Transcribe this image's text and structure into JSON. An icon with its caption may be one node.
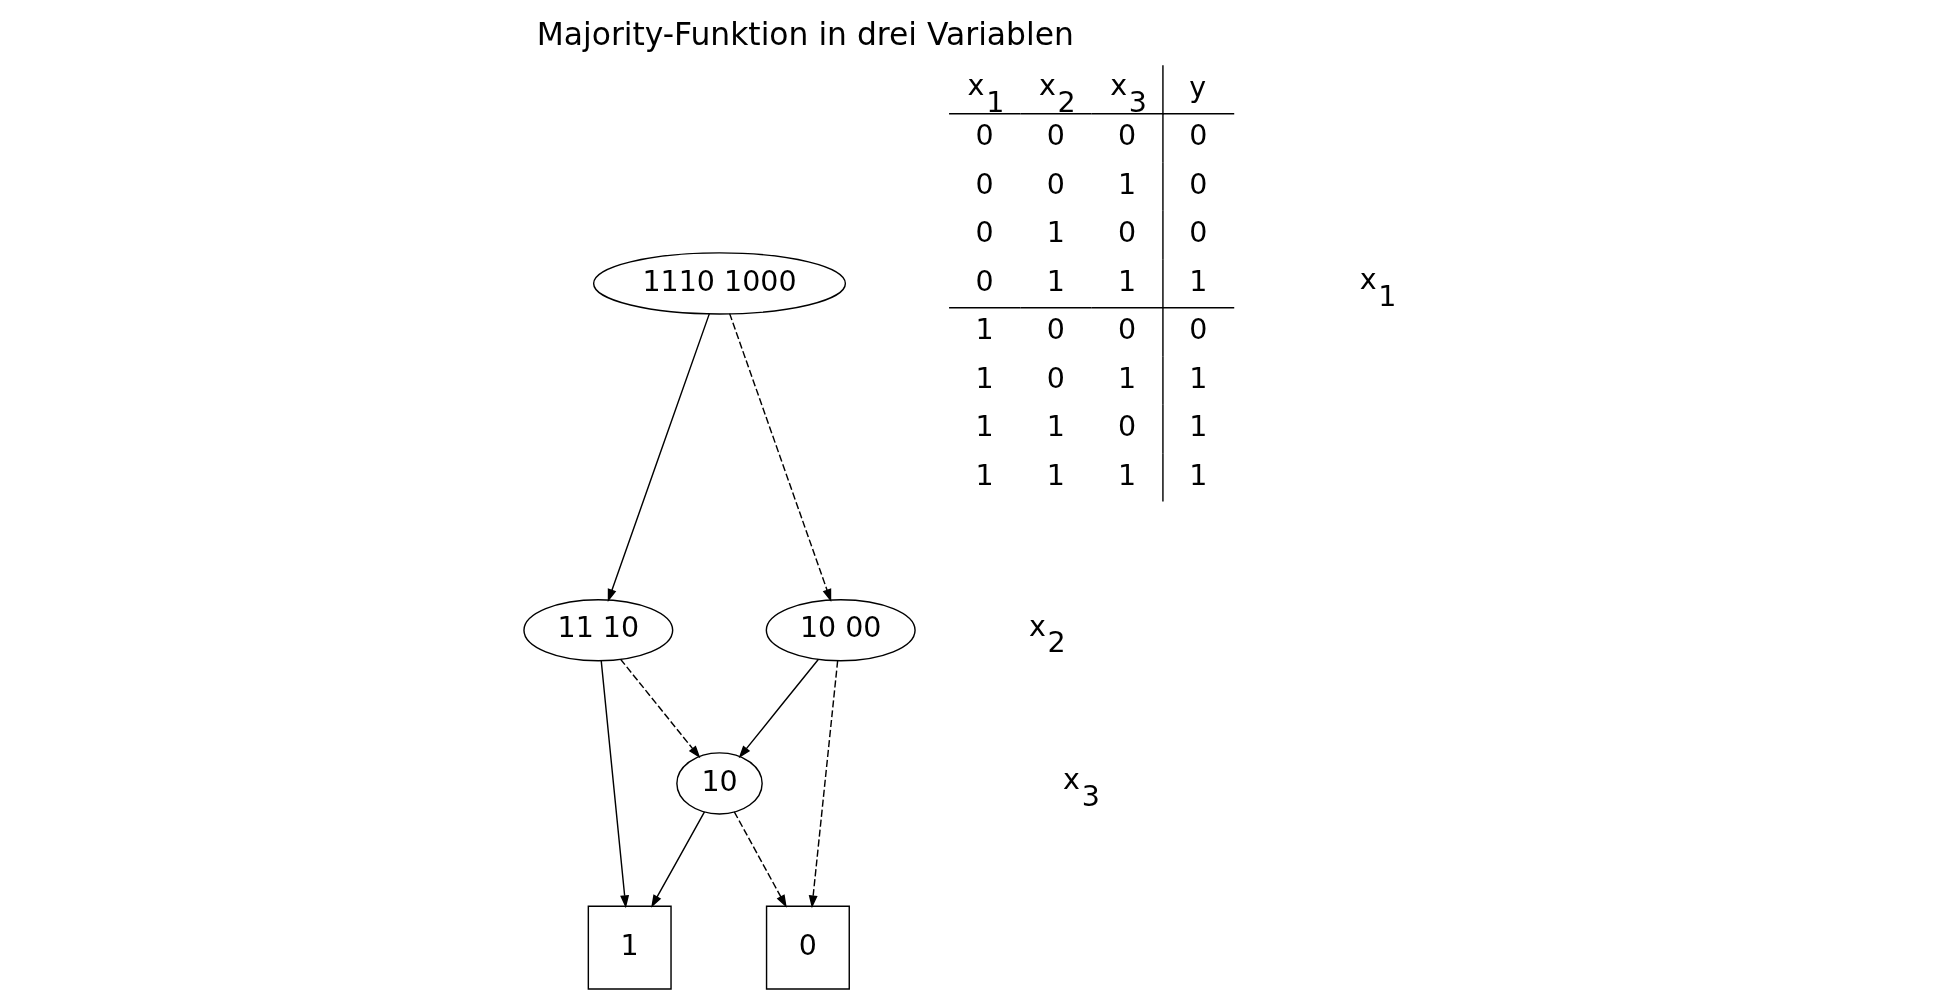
{
  "diagram": {
    "title": "Majority-Funktion in drei Variablen",
    "nodes": [
      {
        "text": [
          "1110 1000"
        ]
      },
      {
        "text": [
          "11 10"
        ]
      },
      {
        "text": [
          "10 00"
        ]
      },
      {
        "text": [
          "10"
        ]
      },
      {
        "text": [
          "1"
        ]
      },
      {
        "text": [
          "0"
        ]
      }
    ],
    "edges": [
      {
        "from": 0,
        "to": 1,
        "arrow": "to"
      },
      {
        "from": 0,
        "to": 2,
        "arrow": "to",
        "style": "dashed"
      },
      {
        "from": 1,
        "to": 4,
        "arrow": "to"
      },
      {
        "from": 1,
        "to": 3,
        "arrow": "to",
        "style": "dashed"
      },
      {
        "from": 2,
        "to": 3,
        "arrow": "to"
      },
      {
        "from": 2,
        "to": 5,
        "arrow": "to",
        "style": "dashed"
      },
      {
        "from": 3,
        "to": 4,
        "arrow": "to"
      },
      {
        "from": 3,
        "to": 5,
        "arrow": "to",
        "style": "dashed"
      }
    ],
    "labels": [
      "x$_{1}$",
      "x$_{2}$",
      "x$_{3}$",
      "y",
      "0",
      "0",
      "0",
      "0",
      "0",
      "0",
      "1",
      "0",
      "0",
      "1",
      "0",
      "0",
      "0",
      "1",
      "1",
      "1",
      "1",
      "0",
      "0",
      "0",
      "1",
      "0",
      "1",
      "1",
      "1",
      "1",
      "0",
      "1",
      "1",
      "1",
      "1",
      "1",
      "x$_{1}$",
      "x$_{2}$",
      "x$_{3}$"
    ]
  }
}
